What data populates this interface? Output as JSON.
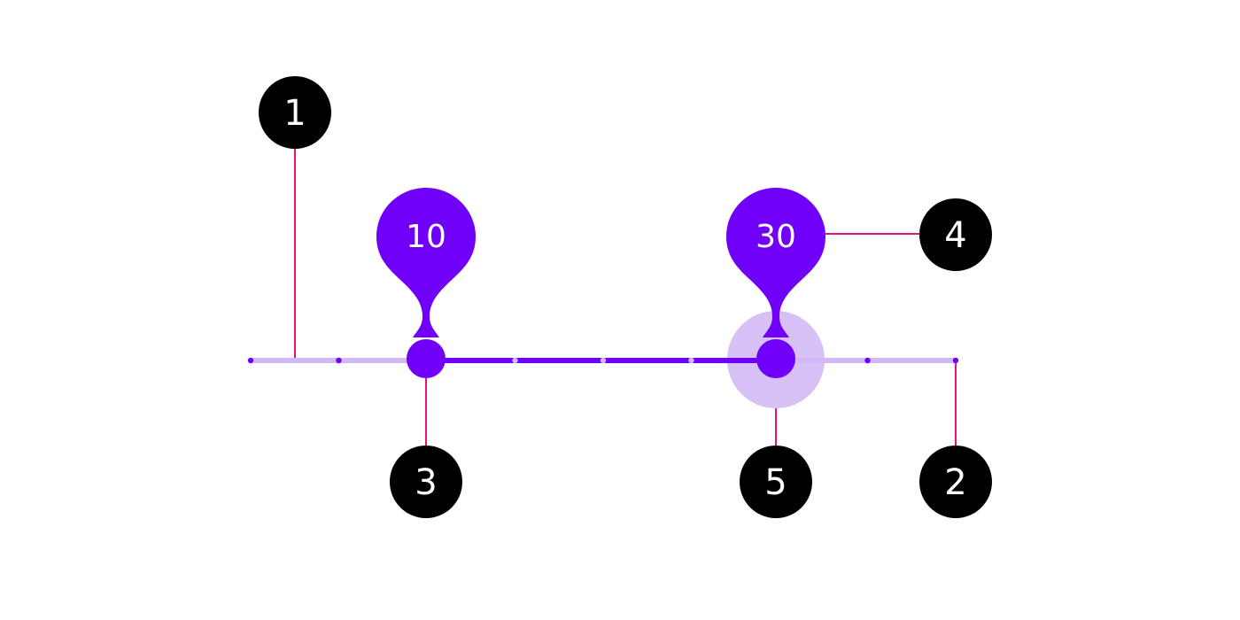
{
  "colors": {
    "active": "#7000F8",
    "inactive": "#D2B8F6",
    "halo": "#D6C0F5",
    "callout_line": "#E8117C",
    "marker_fill": "#000000",
    "marker_text": "#FFFFFF"
  },
  "slider": {
    "type": "range-slider-with-discrete-ticks",
    "tick_count": 9,
    "start_value": "10",
    "end_value": "30",
    "start_index": 2,
    "end_index": 6,
    "focused_thumb": "end"
  },
  "markers": [
    {
      "id": "1",
      "label": "1",
      "target": "inactive-track"
    },
    {
      "id": "2",
      "label": "2",
      "target": "tick-mark"
    },
    {
      "id": "3",
      "label": "3",
      "target": "start-thumb"
    },
    {
      "id": "4",
      "label": "4",
      "target": "value-label"
    },
    {
      "id": "5",
      "label": "5",
      "target": "focus-halo"
    }
  ]
}
